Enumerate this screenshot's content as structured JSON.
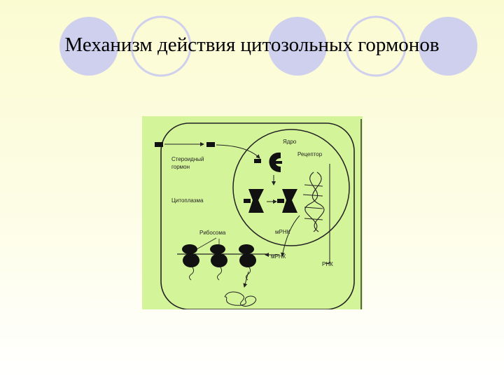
{
  "slide": {
    "title": "Механизм действия цитозольных гормонов",
    "accent_circle_fill": "#cfd0ee",
    "diagram_background": "#d4f49a"
  },
  "diagram": {
    "labels": {
      "nucleus": "Ядро",
      "receptor": "Рецептор",
      "steroid_hormone_line1": "Стероидный",
      "steroid_hormone_line2": "гормон",
      "cytoplasm": "Цитоплазма",
      "ribosome": "Рибосома",
      "mrna_nucleus": "мРНК",
      "mrna_cytoplasm": "мРНК",
      "rna": "РНК"
    }
  }
}
